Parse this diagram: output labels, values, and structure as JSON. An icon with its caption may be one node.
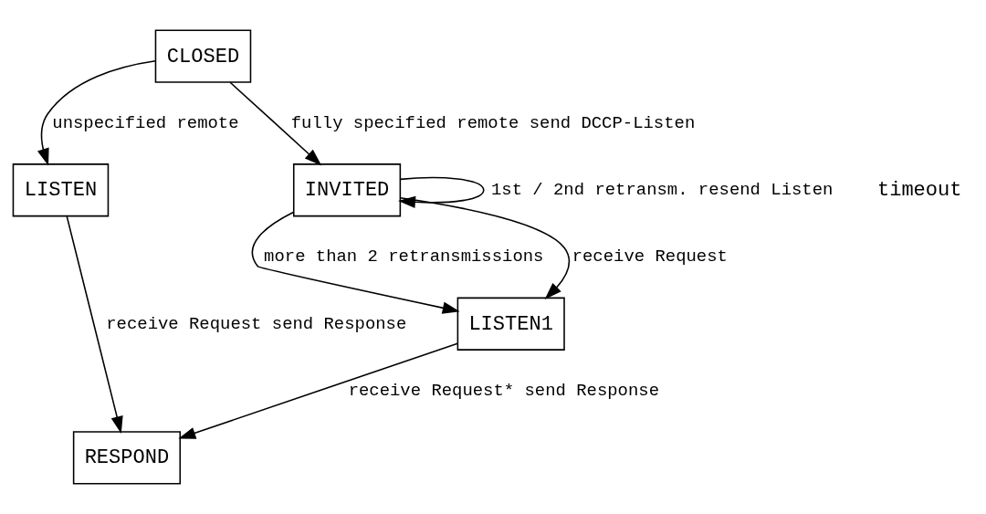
{
  "diagram": {
    "nodes": [
      {
        "text": [
          "CLOSED"
        ]
      },
      {
        "text": [
          "LISTEN"
        ]
      },
      {
        "text": [
          "INVITED"
        ]
      },
      {
        "text": [
          "LISTEN1"
        ]
      },
      {
        "text": [
          "RESPOND"
        ]
      }
    ],
    "edges": [
      {
        "from": 0,
        "to": 1,
        "arrow": "to",
        "label": "unspecified remote"
      },
      {
        "from": 0,
        "to": 2,
        "arrow": "to",
        "label": "fully specified remote send DCCP-Listen"
      },
      {
        "from": 2,
        "to": 2,
        "arrow": "to",
        "label": "1st / 2nd retransm. resend Listen"
      },
      {
        "from": 2,
        "to": 3,
        "arrow": "to",
        "label": "more than 2 retransmissions"
      },
      {
        "from": 2,
        "to": 3,
        "arrow": "to",
        "label": "receive Request"
      },
      {
        "from": 1,
        "to": 4,
        "arrow": "to",
        "label": "receive Request send Response"
      },
      {
        "from": 3,
        "to": 4,
        "arrow": "to",
        "label": "receive Request* send Response"
      }
    ],
    "labels": [
      "timeout"
    ]
  }
}
